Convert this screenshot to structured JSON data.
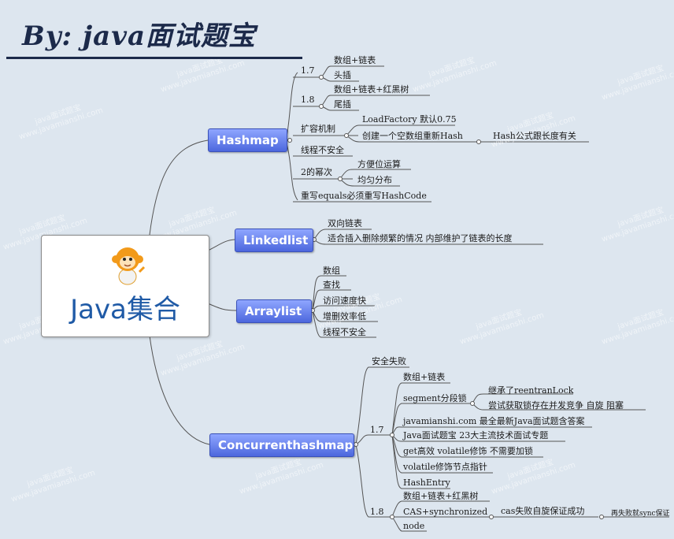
{
  "header": {
    "title": "By: java面试题宝"
  },
  "center": {
    "label": "Java集合"
  },
  "watermark": {
    "line1": "java面试题宝",
    "line2": "www.javamianshi.com"
  },
  "branches": {
    "hashmap": "Hashmap",
    "linkedlist": "Linkedlist",
    "arraylist": "Arraylist",
    "concurrent": "Concurrenthashmap"
  },
  "hashmap": {
    "v17": "1.7",
    "v17_a": "数组+链表",
    "v17_b": "头插",
    "v18": "1.8",
    "v18_a": "数组+链表+红黑树",
    "v18_b": "尾插",
    "expand": "扩容机制",
    "expand_a": "LoadFactory 默认0.75",
    "expand_b": "创建一个空数组重新Hash",
    "expand_b1": "Hash公式跟长度有关",
    "unsafe": "线程不安全",
    "power": "2的幂次",
    "power_a": "方便位运算",
    "power_b": "均匀分布",
    "equals": "重写equals必须重写HashCode"
  },
  "linkedlist": {
    "a": "双向链表",
    "b": "适合插入删除频繁的情况 内部维护了链表的长度"
  },
  "arraylist": {
    "a": "数组",
    "b": "查找",
    "c": "访问速度快",
    "d": "增删效率低",
    "e": "线程不安全"
  },
  "concurrent": {
    "safe": "安全失败",
    "v17": "1.7",
    "v17_a": "数组+链表",
    "seg": "segment分段锁",
    "seg_a": "继承了reentranLock",
    "seg_b": "尝试获取锁存在并发竞争 自旋 阻塞",
    "ad1": "javamianshi.com 最全最新Java面试题含答案",
    "ad2": "Java面试题宝 23大主流技术面试专题",
    "get": "get高效 volatile修饰 不需要加锁",
    "vol": "volatile修饰节点指针",
    "entry": "HashEntry",
    "v18": "1.8",
    "v18_a": "数组+链表+红黑树",
    "cas": "CAS+synchronized",
    "cas_a": "cas失败自旋保证成功",
    "cas_a1": "再失败就sync保证",
    "node": "node"
  },
  "colors": {
    "branch_top": "#8fa6ff",
    "branch_bottom": "#4c67dd",
    "center_text": "#1f5aa6",
    "title": "#1c2a4a"
  }
}
